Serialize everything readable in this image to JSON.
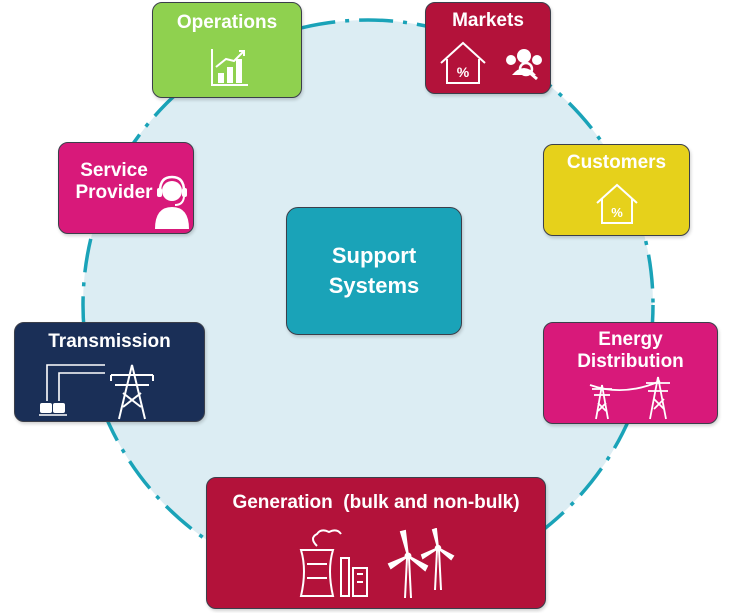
{
  "center": {
    "line1": "Support",
    "line2": "Systems"
  },
  "nodes": {
    "operations": {
      "label": "Operations",
      "color": "#8fd14f",
      "icon": "bar-chart-growth-icon"
    },
    "markets": {
      "label": "Markets",
      "color": "#b3123a",
      "icons": [
        "house-percent-icon",
        "customer-search-icon"
      ]
    },
    "customers": {
      "label": "Customers",
      "color": "#e6d11b",
      "icon": "house-percent-icon"
    },
    "energy_distribution": {
      "line1": "Energy",
      "line2": "Distribution",
      "color": "#d8197a",
      "icon": "distribution-towers-icon"
    },
    "generation": {
      "label": "Generation  (bulk and non-bulk)",
      "color": "#b3123a",
      "icons": [
        "power-plant-icon",
        "wind-turbine-icon"
      ]
    },
    "transmission": {
      "label": "Transmission",
      "color": "#1a2f57",
      "icons": [
        "substation-icon",
        "transmission-tower-icon"
      ]
    },
    "service_provider": {
      "line1": "Service",
      "line2": "Provider",
      "color": "#d8197a",
      "icon": "headset-agent-icon"
    }
  },
  "ring_color": "#1aa3b8",
  "ring_fill": "#dcedf3"
}
